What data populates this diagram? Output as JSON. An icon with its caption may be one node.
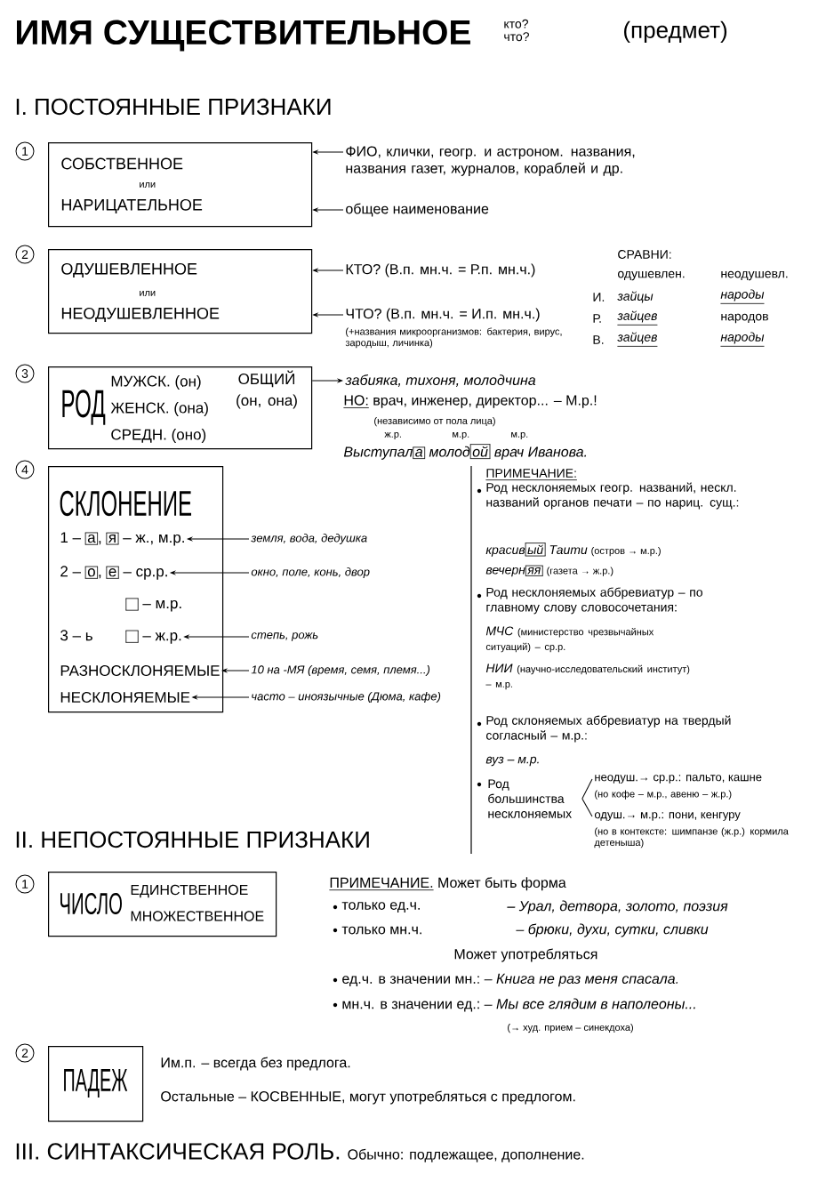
{
  "diagram": {
    "title": "ИМЯ СУЩЕСТВИТЕЛЬНОЕ",
    "nodes": [
      {
        "text": [
          "СОБСТВЕННОЕ",
          "или",
          "НАРИЦАТЕЛЬНОЕ"
        ]
      },
      {
        "text": [
          "ФИО, клички, геогр. и астроном. названия, названия газет, журналов, кораблей и др."
        ]
      },
      {
        "text": [
          "общее наименование"
        ]
      },
      {
        "text": [
          "ОДУШЕВЛЕННОЕ",
          "или",
          "НЕОДУШЕВЛЕННОЕ"
        ]
      },
      {
        "text": [
          "КТО? (В.п. мн.ч. = Р.п. мн.ч.)"
        ]
      },
      {
        "text": [
          "ЧТО? (В.п. мн.ч. = И.п. мн.ч.)"
        ],
        "beside": [
          "(+названия микроорганизмов: бактерия, вирус, зародыш, личинка)"
        ]
      },
      {
        "text": [
          "РОД",
          "МУЖСК. (он)",
          "ЖЕНСК. (она)",
          "СРЕДН. (оно)",
          "ОБЩИЙ (он, она)"
        ]
      },
      {
        "text": [
          "забияка, тихоня, молодчина"
        ]
      },
      {
        "text": [
          "СКЛОНЕНИЕ"
        ]
      },
      {
        "text": [
          "1 –",
          "а",
          ",",
          "я",
          "– ж., м.р."
        ],
        "in": 8
      },
      {
        "text": [
          "2 –",
          "о",
          ",",
          "е",
          "– ср.р."
        ],
        "in": 8
      },
      {
        "text": [
          "– м.р."
        ],
        "in": 8
      },
      {
        "text": [
          "3 – ь",
          "– ж.р."
        ],
        "in": 8
      },
      {
        "text": [
          "РАЗНОСКЛОНЯЕМЫЕ"
        ],
        "in": 8
      },
      {
        "text": [
          "НЕСКЛОНЯЕМЫЕ"
        ],
        "in": 8
      },
      {
        "text": [
          "земля, вода, дедушка"
        ]
      },
      {
        "text": [
          "окно, поле, конь, двор"
        ]
      },
      {
        "text": [
          "степь, рожь"
        ]
      },
      {
        "text": [
          "10 на -МЯ (время, семя, племя...)"
        ]
      },
      {
        "text": [
          "часто – иноязычные (Дюма, кафе)"
        ]
      },
      {
        "text": [
          "Род большинства несклоняемых"
        ]
      },
      {
        "text": [
          "неодуш.→ ср.р.: пальто, кашне"
        ],
        "beside": [
          "(но кофе – м.р., авеню – ж.р.)"
        ]
      },
      {
        "text": [
          "одуш.→ м.р.: пони, кенгуру"
        ],
        "beside": [
          "(но в контексте: шимпанзе (ж.р.) кормила детеныша)"
        ]
      },
      {
        "text": [
          "ЧИСЛО",
          "ЕДИНСТВЕННОЕ",
          "МНОЖЕСТВЕННОЕ"
        ]
      },
      {
        "text": [
          "ПАДЕЖ"
        ]
      }
    ],
    "edges": [
      {
        "from": 1,
        "to": 0,
        "arrow": "to"
      },
      {
        "from": 2,
        "to": 0,
        "arrow": "to"
      },
      {
        "from": 4,
        "to": 3,
        "arrow": "to"
      },
      {
        "from": 5,
        "to": 3,
        "arrow": "to"
      },
      {
        "from": 6,
        "to": 7,
        "arrow": "to"
      },
      {
        "from": 15,
        "to": 9,
        "arrow": "to"
      },
      {
        "from": 16,
        "to": 10,
        "arrow": "to"
      },
      {
        "from": 17,
        "to": 12,
        "arrow": "to"
      },
      {
        "from": 18,
        "to": 13,
        "arrow": "to"
      },
      {
        "from": 19,
        "to": 14,
        "arrow": "to"
      },
      {
        "from": 20,
        "to": 21,
        "arrow": "none"
      },
      {
        "from": 20,
        "to": 22,
        "arrow": "none"
      }
    ],
    "labels": [
      "кто? что?",
      "(предмет)",
      "I. ПОСТОЯННЫЕ ПРИЗНАКИ",
      "1",
      "2",
      "СРАВНИ:",
      "одушевлен.",
      "неодушевл.",
      "И.",
      "зайцы",
      "народы",
      "Р.",
      "зайцев",
      "народов",
      "В.",
      "зайцев",
      "народы",
      "3",
      "НО:",
      "врач, инженер, директор... – М.р.!",
      "(независимо от пола лица)",
      "ж.р.",
      "м.р.",
      "м.р.",
      "Выступал",
      "а",
      "молод",
      "ой",
      "врач Иванова.",
      "4",
      "ПРИМЕЧАНИЕ:",
      "Род несклоняемых геогр. названий, нескл. названий органов печати – по нариц. сущ.:",
      "красив",
      "ый",
      "Таити",
      "(остров → м.р.)",
      "вечерн",
      "яя",
      "(газета → ж.р.)",
      "Род несклоняемых аббревиатур – по главному слову словосочетания:",
      "МЧС",
      "(министерство чрезвычайных ситуаций) – ср.р.",
      "НИИ",
      "(научно-исследовательский институт) – м.р.",
      "Род склоняемых аббревиатур на твердый согласный – м.р.:",
      "вуз – м.р.",
      "II. НЕПОСТОЯННЫЕ ПРИЗНАКИ",
      "1",
      "ПРИМЕЧАНИЕ.",
      "Может быть форма",
      "только ед.ч.",
      "– Урал, детвора, золото, поэзия",
      "только мн.ч.",
      "– брюки, духи, сутки, сливки",
      "Может употребляться",
      "ед.ч. в значении мн.:",
      "– Книга не раз меня спасала.",
      "мн.ч. в значении ед.:",
      "– Мы все глядим в наполеоны...",
      "(→ худ. прием – синекдоха)",
      "2",
      "Им.п. – всегда без предлога.",
      "Остальные – КОСВЕННЫЕ, могут употребляться с предлогом.",
      "III. СИНТАКСИЧЕСКАЯ РОЛЬ.",
      "Обычно: подлежащее, дополнение."
    ]
  }
}
